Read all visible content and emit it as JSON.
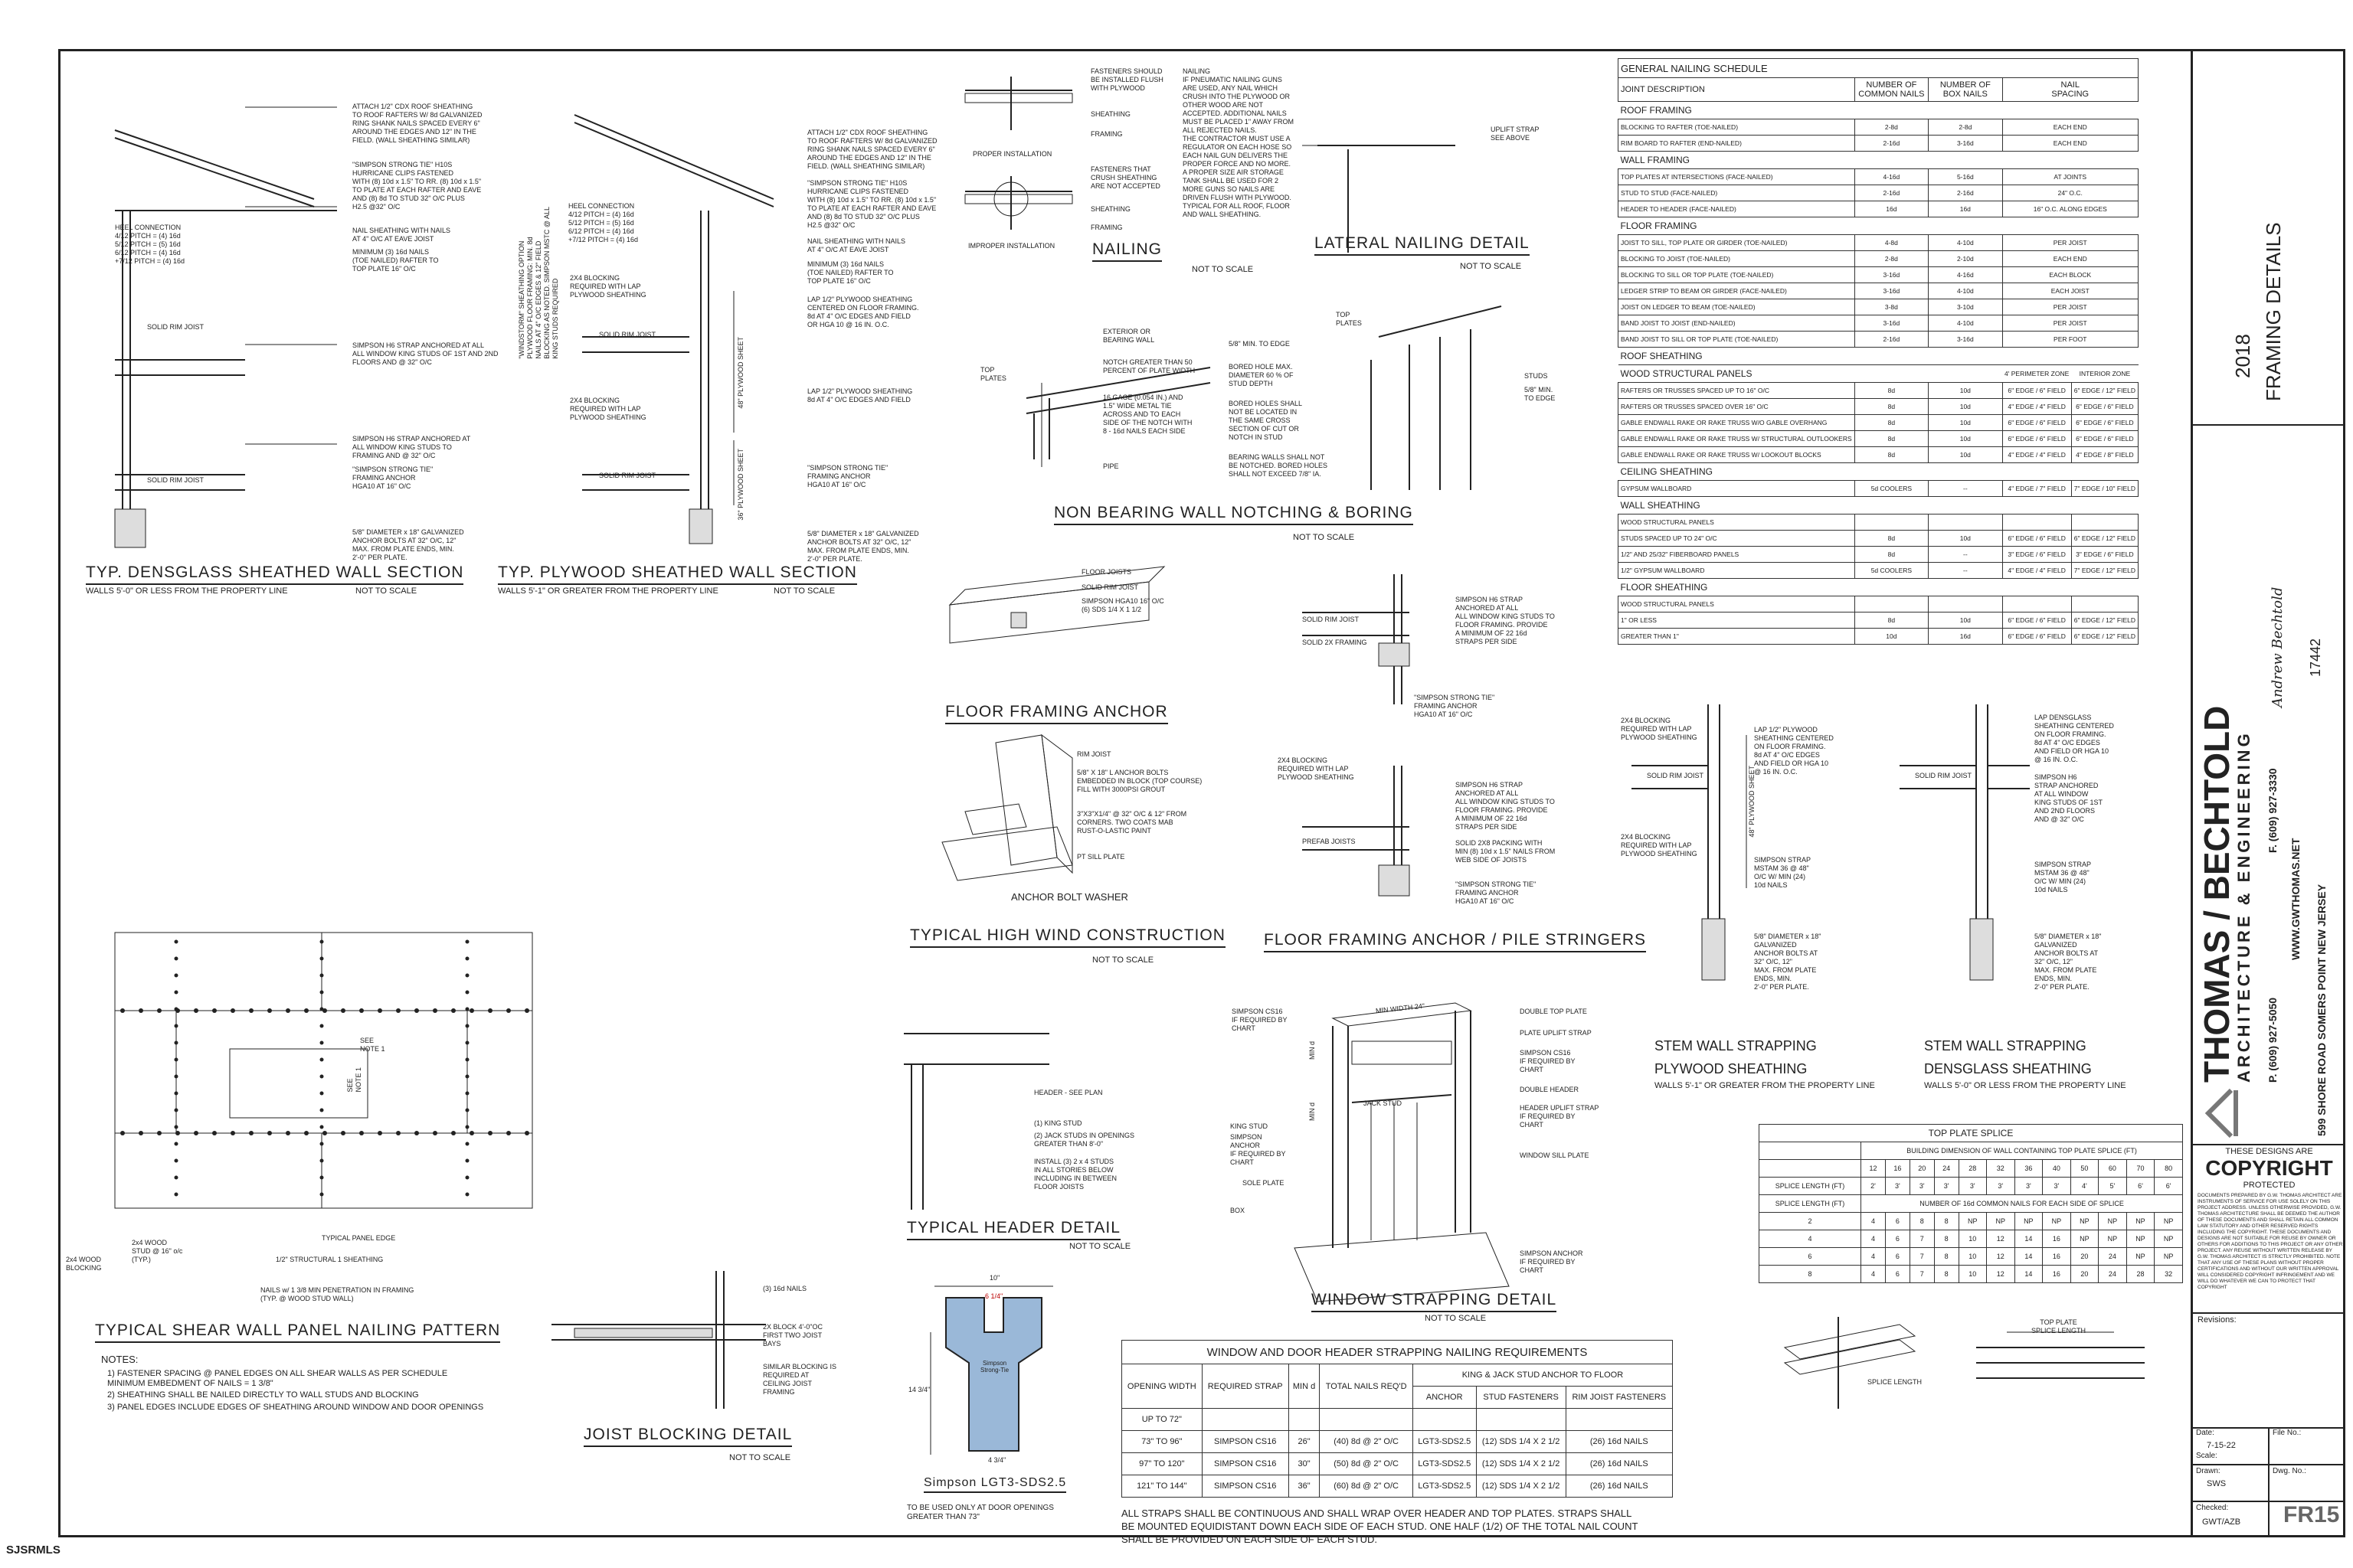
{
  "sheet": {
    "corner_label": "SJSRMLS"
  },
  "title_block": {
    "sheet_year": "2018",
    "sheet_title": "FRAMING DETAILS",
    "firm_name": "THOMAS / BECHTOLD",
    "firm_sub": "ARCHITECTURE & ENGINEERING",
    "phone": "P. (609) 927-5050",
    "fax": "F. (609) 927-3330",
    "web": "WWW.GWTHOMAS.NET",
    "address": "599 SHORE ROAD  SOMERS POINT  NEW JERSEY",
    "architect_name": "Andrew Bechtold",
    "architect_license": "17442",
    "copyright_head": "THESE DESIGNS ARE",
    "copyright_big": "COPYRIGHT",
    "copyright_sub": "PROTECTED",
    "copyright_text": "DOCUMENTS PREPARED BY G.W. THOMAS ARCHITECT ARE INSTRUMENTS OF SERVICE FOR USE SOLELY ON THIS PROJECT ADDRESS. UNLESS OTHERWISE PROVIDED, G.W. THOMAS ARCHITECTURE SHALL BE DEEMED THE AUTHOR OF THESE DOCUMENTS AND SHALL RETAIN ALL COMMON LAW STATUTORY AND OTHER RESERVED RIGHTS INCLUDING THE COPYRIGHT. THESE DOCUMENTS AND DESIGNS ARE NOT SUITABLE FOR REUSE BY OWNER OR OTHERS FOR ADDITIONS TO THIS PROJECT OR ANY OTHER PROJECT. ANY REUSE WITHOUT WRITTEN RELEASE BY G.W. THOMAS ARCHITECT IS STRICTLY PROHIBITED. NOTE THAT ANY USE OF THESE PLANS WITHOUT PROPER CERTIFICATIONS AND WITHOUT OUR WRITTEN APPROVAL WILL CONSIDERED COPYRIGHT INFRINGEMENT AND WE WILL DO WHATEVER WE CAN TO PROTECT THAT COPYRIGHT",
    "revisions_label": "Revisions:",
    "date_label": "Date:",
    "date_value": "7-15-22",
    "file_label": "File No.:",
    "scale_label": "Scale:",
    "drawn_label": "Drawn:",
    "drawn_value": "SWS",
    "dwg_label": "Dwg. No.:",
    "checked_label": "Checked:",
    "checked_value": "GWT/AZB",
    "sheet_number": "FR15"
  },
  "details": {
    "densglass_title": "TYP. DENSGLASS SHEATHED WALL SECTION",
    "densglass_sub": "WALLS 5'-0\" OR LESS FROM THE PROPERTY LINE",
    "densglass_scale": "NOT TO SCALE",
    "plywood_title": "TYP. PLYWOOD SHEATHED WALL SECTION",
    "plywood_sub": "WALLS 5'-1\" OR GREATER FROM THE PROPERTY LINE",
    "plywood_scale": "NOT TO SCALE",
    "nailing_title": "NAILING",
    "nailing_scale": "NOT TO SCALE",
    "lateral_title": "LATERAL NAILING DETAIL",
    "lateral_scale": "NOT TO SCALE",
    "nonbearing_title": "NON BEARING WALL NOTCHING & BORING",
    "nonbearing_scale": "NOT TO SCALE",
    "floor_anchor_title": "FLOOR FRAMING ANCHOR",
    "anchor_washer_title": "ANCHOR BOLT WASHER",
    "high_wind_title": "TYPICAL HIGH WIND CONSTRUCTION",
    "high_wind_scale": "NOT TO SCALE",
    "pile_title": "FLOOR FRAMING ANCHOR / PILE STRINGERS",
    "header_title": "TYPICAL HEADER DETAIL",
    "header_scale": "NOT TO SCALE",
    "window_title": "WINDOW STRAPPING DETAIL",
    "window_scale": "NOT TO SCALE",
    "joist_title": "JOIST BLOCKING DETAIL",
    "joist_scale": "NOT TO SCALE",
    "lgt_title": "Simpson LGT3-SDS2.5",
    "lgt_note": "TO BE USED ONLY AT DOOR OPENINGS\nGREATER THAN 73\"",
    "shear_title": "TYPICAL SHEAR WALL PANEL NAILING PATTERN",
    "shear_notes_head": "NOTES:",
    "shear_notes": [
      "1)  FASTENER SPACING @ PANEL EDGES ON ALL SHEAR WALLS AS PER SCHEDULE\n      MINIMUM EMBEDMENT OF NAILS = 1 3/8\"",
      "2)  SHEATHING SHALL BE NAILED DIRECTLY TO WALL STUDS AND BLOCKING",
      "3)  PANEL EDGES INCLUDE EDGES OF SHEATHING AROUND WINDOW AND DOOR OPENINGS"
    ],
    "stem_ply_title": "STEM WALL STRAPPING",
    "stem_ply_sub1": "PLYWOOD SHEATHING",
    "stem_ply_sub2": "WALLS 5'-1\" OR GREATER FROM THE PROPERTY LINE",
    "stem_dens_title": "STEM WALL STRAPPING",
    "stem_dens_sub1": "DENSGLASS SHEATHING",
    "stem_dens_sub2": "WALLS 5'-0\" OR LESS FROM THE PROPERTY LINE"
  },
  "notes": {
    "nailing_text": "NAILING\nIF PNEUMATIC NAILING GUNS\nARE USED, ANY NAIL WHICH\nCRUSH INTO THE PLYWOOD OR\nOTHER WOOD ARE NOT\nACCEPTED. ADDITIONAL NAILS\nMUST BE PLACED 1\" AWAY FROM\nALL REJECTED NAILS.\nTHE CONTRACTOR MUST USE A\nREGULATOR ON EACH HOSE SO\nEACH NAIL GUN DELIVERS THE\nPROPER FORCE AND NO MORE.\nA PROPER SIZE AIR STORAGE\nTANK SHALL BE USED FOR 2\nMORE GUNS SO NAILS ARE\nDRIVEN FLUSH WITH PLYWOOD.\nTYPICAL FOR ALL ROOF, FLOOR\nAND WALL SHEATHING.",
    "fasteners_flush": "FASTENERS SHOULD\nBE INSTALLED FLUSH\nWITH PLYWOOD",
    "fasteners_crush": "FASTENERS THAT\nCRUSH SHEATHING\nARE NOT ACCEPTED",
    "proper": "PROPER INSTALLATION",
    "improper": "IMPROPER INSTALLATION",
    "sheathing": "SHEATHING",
    "framing": "FRAMING",
    "uplift": "UPLIFT STRAP\nSEE ABOVE",
    "densglass_1": "ATTACH 1/2\" CDX ROOF SHEATHING\nTO ROOF RAFTERS W/ 8d GALVANIZED\nRING SHANK NAILS SPACED EVERY 6\"\nAROUND THE EDGES AND 12\" IN THE\nFIELD. (WALL SHEATHING SIMILAR)",
    "densglass_2": "\"SIMPSON STRONG TIE\" H10S\nHURRICANE CLIPS FASTENED\nWITH (8) 10d x 1.5\" TO RR. (8) 10d x 1.5\"\nTO PLATE AT EACH RAFTER AND EAVE\nAND (8) 8d TO STUD 32\" O/C PLUS\nH2.5 @32\" O/C",
    "densglass_3": "NAIL SHEATHING WITH NAILS\nAT 4\" O/C AT EAVE JOIST",
    "densglass_4": "MINIMUM (3) 16d NAILS\n(TOE NAILED) RAFTER TO\nTOP PLATE 16\" O/C",
    "densglass_5": "SIMPSON H6 STRAP ANCHORED AT ALL\nALL WINDOW KING STUDS OF 1ST AND 2ND\nFLOORS AND @ 32\" O/C",
    "densglass_6": "SIMPSON H6 STRAP ANCHORED AT\nALL WINDOW KING STUDS TO\nFRAMING AND @ 32\" O/C",
    "densglass_7": "\"SIMPSON STRONG TIE\"\nFRAMING ANCHOR\nHGA10 AT 16\" O/C",
    "densglass_8": "5/8\" DIAMETER x 18\" GALVANIZED\nANCHOR BOLTS AT 32\" O/C, 12\"\nMAX. FROM PLATE ENDS, MIN.\n2'-0\" PER PLATE.",
    "heel": "HEEL CONNECTION\n4/12 PITCH = (4) 16d\n5/12 PITCH = (5) 16d\n6/12 PITCH = (4) 16d\n+7/12 PITCH = (4) 16d",
    "solid_rim": "SOLID RIM JOIST",
    "plywood_2": "LAP 1/2\" PLYWOOD SHEATHING\nCENTERED ON FLOOR FRAMING.\n8d AT 4\" O/C EDGES AND FIELD\nOR HGA 10 @ 16 IN. O.C.",
    "plywood_3": "2X4 BLOCKING\nREQUIRED WITH LAP\nPLYWOOD SHEATHING",
    "plywood_4": "LAP 1/2\" PLYWOOD SHEATHING\n8d AT 4\" O/C EDGES AND FIELD",
    "ply_sheet_48": "48\" PLYWOOD SHEET",
    "ply_sheet_36": "36\" PLYWOOD SHEET",
    "windstorm": "\"WINDSTORM\" SHEATHING OPTION\nPLYWOOD FLOOR FRAMING: MIN. 8d\nNAILS AT 4\" O/C EDGES & 12\" FIELD\nBLOCKING AS NOTED. SIMPSON MSTC @ ALL\nKING STUDS REQUIRED",
    "nb_1": "EXTERIOR OR\nBEARING WALL",
    "nb_2": "NOTCH GREATER THAN 50\nPERCENT OF PLATE WIDTH",
    "nb_3": "16 GAGE (0.054 IN.) AND\n1.5\" WIDE METAL TIE\nACROSS AND TO EACH\nSIDE OF THE NOTCH WITH\n8 - 16d NAILS EACH SIDE",
    "nb_pipe": "PIPE",
    "nb_top": "TOP\nPLATES",
    "nb_4": "5/8\" MIN. TO EDGE",
    "nb_5": "BORED HOLE MAX.\nDIAMETER 60 % OF\nSTUD DEPTH",
    "nb_6": "BORED HOLES SHALL\nNOT BE LOCATED IN\nTHE SAME CROSS\nSECTION OF CUT OR\nNOTCH IN STUD",
    "nb_7": "BEARING WALLS SHALL NOT\nBE NOTCHED. BORED HOLES\nSHALL NOT EXCEED 7/8\" IA.",
    "nb_studs": "STUDS",
    "nb_min": "5/8\" MIN.\nTO EDGE",
    "ffa_1": "FLOOR JOISTS",
    "ffa_2": "SOLID RIM JOIST",
    "ffa_3": "SIMPSON HGA10 16\" O/C\n(6) SDS 1/4 X 1 1/2",
    "ffa_4": "SIMPSON H6 STRAP\nANCHORED AT ALL\nALL WINDOW KING STUDS TO\nFLOOR FRAMING. PROVIDE\nA MINIMUM OF 22 16d\nSTRAPS PER SIDE",
    "ffa_5": "\"SIMPSON STRONG TIE\"\nFRAMING ANCHOR\nHGA10 AT 16\" O/C",
    "ffa_solid2x": "SOLID 2X FRAMING",
    "hw_1": "RIM JOIST",
    "hw_2": "5/8\" X 18\" L ANCHOR BOLTS\nEMBEDDED IN BLOCK (TOP COURSE)\nFILL WITH 3000PSI GROUT",
    "hw_3": "3\"X3\"X1/4\" @ 32\" O/C & 12\" FROM\nCORNERS. TWO COATS MAB\nRUST-O-LASTIC PAINT",
    "hw_4": "PT SILL PLATE",
    "pile_1": "2X4 BLOCKING\nREQUIRED WITH LAP\nPLYWOOD SHEATHING",
    "pile_2": "SIMPSON H6 STRAP\nANCHORED AT ALL\nALL WINDOW KING STUDS TO\nFLOOR FRAMING. PROVIDE\nA MINIMUM OF 22 16d\nSTRAPS PER SIDE",
    "pile_3": "SOLID 2X8 PACKING WITH\nMIN (8) 10d x 1.5\" NAILS FROM\nWEB SIDE OF JOISTS",
    "pile_4": "\"SIMPSON STRONG TIE\"\nFRAMING ANCHOR\nHGA10 AT 16\" O/C",
    "pile_prefab": "PREFAB JOISTS",
    "hdr_1": "HEADER - SEE PLAN",
    "hdr_2": "(1) KING STUD",
    "hdr_3": "(2) JACK STUDS IN OPENINGS\nGREATER THAN 8'-0\"",
    "hdr_4": "INSTALL (3) 2 x 4 STUDS\nIN ALL STORIES BELOW\nINCLUDING IN BETWEEN\nFLOOR JOISTS",
    "ws_1": "SIMPSON CS16\nIF REQUIRED BY\nCHART",
    "ws_2": "DOUBLE TOP PLATE",
    "ws_3": "PLATE UPLIFT STRAP",
    "ws_4": "SIMPSON CS16\nIF REQUIRED BY\nCHART",
    "ws_5": "DOUBLE HEADER",
    "ws_6": "HEADER UPLIFT STRAP\nIF REQUIRED BY\nCHART",
    "ws_7": "JACK STUD",
    "ws_8": "KING STUD",
    "ws_9": "SIMPSON\nANCHOR\nIF REQUIRED BY\nCHART",
    "ws_10": "WINDOW SILL PLATE",
    "ws_11": "SOLE PLATE",
    "ws_12": "BOX",
    "ws_13": "SIMPSON ANCHOR\nIF REQUIRED BY\nCHART",
    "ws_minwidth": "MIN WIDTH 24\"",
    "ws_mind": "MIN d",
    "jb_1": "(3) 16d NAILS",
    "jb_2": "2X BLOCK 4'-0\"OC\nFIRST TWO JOIST\nBAYS",
    "jb_3": "SIMILAR BLOCKING IS\nREQUIRED AT\nCEILING JOIST\nFRAMING",
    "lgt_dim1": "10\"",
    "lgt_dim2": "6 1/4\"",
    "lgt_dim3": "14 3/4\"",
    "lgt_dim4": "4 3/4\"",
    "lgt_brand": "Simpson\nStrong-Tie",
    "shear_1": "SEE\nNOTE 1",
    "shear_2": "SEE\nNOTE 1",
    "shear_3": "TYPICAL PANEL EDGE",
    "shear_4": "1/2\" STRUCTURAL 1 SHEATHING",
    "shear_5": "2x4 WOOD\nSTUD @ 16\" o/c\n(TYP.)",
    "shear_6": "2x4 WOOD\nBLOCKING",
    "shear_7": "NAILS w/ 1 3/8 MIN PENETRATION IN FRAMING\n(TYP. @ WOOD STUD WALL)",
    "stem_1": "2X4 BLOCKING\nREQUIRED WITH LAP\nPLYWOOD SHEATHING",
    "stem_2": "LAP 1/2\" PLYWOOD\nSHEATHING CENTERED\nON FLOOR FRAMING.\n8d AT 4\" O/C EDGES\nAND FIELD OR HGA 10\n@ 16 IN. O.C.",
    "stem_3": "SOLID RIM JOIST",
    "stem_4": "2X4 BLOCKING\nREQUIRED WITH LAP\nPLYWOOD SHEATHING",
    "stem_5": "SIMPSON STRAP\nMSTAM 36 @ 48\"\nO/C W/ MIN (24)\n10d NAILS",
    "stem_6": "5/8\" DIAMETER x 18\"\nGALVANIZED\nANCHOR BOLTS AT\n32\" O/C, 12\"\nMAX. FROM PLATE\nENDS, MIN.\n2'-0\" PER PLATE.",
    "stem_ply48": "48\" PLYWOOD SHEET",
    "stem_d1": "LAP DENSGLASS\nSHEATHING CENTERED\nON FLOOR FRAMING.\n8d AT 4\" O/C EDGES\nAND FIELD OR HGA 10\n@ 16 IN. O.C.",
    "stem_d2": "SIMPSON H6\nSTRAP ANCHORED\nAT ALL WINDOW\nKING STUDS OF 1ST\nAND 2ND FLOORS\nAND @ 32\" O/C",
    "stem_d3": "SIMPSON STRAP\nMSTAM 36 @ 48\"\nO/C W/ MIN (24)\n10d NAILS",
    "stem_d4": "5/8\" DIAMETER x 18\"\nGALVANIZED\nANCHOR BOLTS AT\n32\" O/C, 12\"\nMAX. FROM PLATE\nENDS, MIN.\n2'-0\" PER PLATE.",
    "splice_len": "SPLICE LENGTH",
    "top_plate_splice": "TOP PLATE\nSPLICE LENGTH"
  },
  "nailing_schedule": {
    "title": "GENERAL NAILING SCHEDULE",
    "col_headers": [
      "JOINT DESCRIPTION",
      "NUMBER OF\nCOMMON NAILS",
      "NUMBER OF\nBOX NAILS",
      "NAIL\nSPACING"
    ],
    "sections": [
      {
        "name": "ROOF FRAMING",
        "rows": [
          [
            "BLOCKING TO RAFTER (TOE-NAILED)",
            "2-8d",
            "2-8d",
            "EACH END"
          ],
          [
            "RIM BOARD TO RAFTER (END-NAILED)",
            "2-16d",
            "3-16d",
            "EACH END"
          ]
        ]
      },
      {
        "name": "WALL FRAMING",
        "rows": [
          [
            "TOP PLATES AT INTERSECTIONS (FACE-NAILED)",
            "4-16d",
            "5-16d",
            "AT JOINTS"
          ],
          [
            "STUD TO STUD (FACE-NAILED)",
            "2-16d",
            "2-16d",
            "24\" O.C."
          ],
          [
            "HEADER TO HEADER (FACE-NAILED)",
            "16d",
            "16d",
            "16\" O.C. ALONG EDGES"
          ]
        ]
      },
      {
        "name": "FLOOR FRAMING",
        "rows": [
          [
            "JOIST TO SILL, TOP PLATE OR GIRDER (TOE-NAILED)",
            "4-8d",
            "4-10d",
            "PER JOIST"
          ],
          [
            "BLOCKING TO JOIST (TOE-NAILED)",
            "2-8d",
            "2-10d",
            "EACH END"
          ],
          [
            "BLOCKING TO SILL OR TOP PLATE (TOE-NAILED)",
            "3-16d",
            "4-16d",
            "EACH BLOCK"
          ],
          [
            "LEDGER STRIP TO BEAM OR GIRDER (FACE-NAILED)",
            "3-16d",
            "4-10d",
            "EACH JOIST"
          ],
          [
            "JOIST ON LEDGER TO BEAM (TOE-NAILED)",
            "3-8d",
            "3-10d",
            "PER JOIST"
          ],
          [
            "BAND JOIST TO JOIST (END-NAILED)",
            "3-16d",
            "4-10d",
            "PER JOIST"
          ],
          [
            "BAND JOIST TO SILL OR TOP PLATE (TOE-NAILED)",
            "2-16d",
            "3-16d",
            "PER FOOT"
          ]
        ]
      },
      {
        "name": "ROOF SHEATHING",
        "rows": []
      },
      {
        "name": "WOOD STRUCTURAL PANELS",
        "extra": [
          "4' PERIMETER ZONE",
          "INTERIOR ZONE"
        ],
        "rows": [
          [
            "RAFTERS OR TRUSSES SPACED UP TO 16\" O/C",
            "8d",
            "10d",
            "6\" EDGE / 6\" FIELD",
            "6\" EDGE / 12\" FIELD"
          ],
          [
            "RAFTERS OR TRUSSES SPACED OVER 16\" O/C",
            "8d",
            "10d",
            "4\" EDGE / 4\" FIELD",
            "6\" EDGE / 6\" FIELD"
          ],
          [
            "GABLE ENDWALL RAKE OR RAKE TRUSS W/O GABLE OVERHANG",
            "8d",
            "10d",
            "6\" EDGE / 6\" FIELD",
            "6\" EDGE / 6\" FIELD"
          ],
          [
            "GABLE ENDWALL RAKE OR RAKE TRUSS W/ STRUCTURAL OUTLOOKERS",
            "8d",
            "10d",
            "6\" EDGE / 6\" FIELD",
            "6\" EDGE / 6\" FIELD"
          ],
          [
            "GABLE ENDWALL RAKE OR RAKE TRUSS W/ LOOKOUT BLOCKS",
            "8d",
            "10d",
            "4\" EDGE / 4\" FIELD",
            "4\" EDGE / 8\" FIELD"
          ]
        ]
      },
      {
        "name": "CEILING SHEATHING",
        "rows": [
          [
            "GYPSUM WALLBOARD",
            "5d COOLERS",
            "--",
            "4\" EDGE / 7\" FIELD",
            "7\" EDGE / 10\" FIELD"
          ]
        ]
      },
      {
        "name": "WALL SHEATHING",
        "rows": [
          [
            "WOOD STRUCTURAL PANELS",
            "",
            "",
            "",
            ""
          ],
          [
            "STUDS SPACED UP TO 24\" O/C",
            "8d",
            "10d",
            "6\" EDGE / 6\" FIELD",
            "6\" EDGE / 12\" FIELD"
          ],
          [
            "1/2\" AND 25/32\" FIBERBOARD PANELS",
            "8d",
            "--",
            "3\" EDGE / 6\" FIELD",
            "3\" EDGE / 6\" FIELD"
          ],
          [
            "1/2\" GYPSUM WALLBOARD",
            "5d COOLERS",
            "--",
            "4\" EDGE / 4\" FIELD",
            "7\" EDGE / 12\" FIELD"
          ]
        ]
      },
      {
        "name": "FLOOR SHEATHING",
        "rows": [
          [
            "WOOD STRUCTURAL PANELS",
            "",
            "",
            "",
            ""
          ],
          [
            "1\" OR LESS",
            "8d",
            "10d",
            "6\" EDGE / 6\" FIELD",
            "6\" EDGE / 12\" FIELD"
          ],
          [
            "GREATER THAN 1\"",
            "10d",
            "16d",
            "6\" EDGE / 6\" FIELD",
            "6\" EDGE / 12\" FIELD"
          ]
        ]
      }
    ]
  },
  "header_strapping": {
    "title": "WINDOW AND DOOR HEADER STRAPPING NAILING REQUIREMENTS",
    "group_header": "KING & JACK STUD ANCHOR TO FLOOR",
    "col_headers": [
      "OPENING WIDTH",
      "REQUIRED STRAP",
      "MIN d",
      "TOTAL NAILS REQ'D",
      "ANCHOR",
      "STUD FASTENERS",
      "RIM JOIST FASTENERS"
    ],
    "rows": [
      [
        "UP TO 72\"",
        "",
        "",
        "",
        "",
        "",
        ""
      ],
      [
        "73\" TO 96\"",
        "SIMPSON CS16",
        "26\"",
        "(40) 8d @ 2\" O/C",
        "LGT3-SDS2.5",
        "(12) SDS 1/4 X 2 1/2",
        "(26) 16d NAILS"
      ],
      [
        "97\" TO 120\"",
        "SIMPSON CS16",
        "30\"",
        "(50) 8d @ 2\" O/C",
        "LGT3-SDS2.5",
        "(12) SDS 1/4 X 2 1/2",
        "(26) 16d NAILS"
      ],
      [
        "121\" TO 144\"",
        "SIMPSON CS16",
        "36\"",
        "(60) 8d @ 2\" O/C",
        "LGT3-SDS2.5",
        "(12) SDS 1/4 X 2 1/2",
        "(26) 16d NAILS"
      ]
    ],
    "footnote": "ALL STRAPS SHALL BE CONTINUOUS AND SHALL WRAP OVER HEADER AND TOP PLATES. STRAPS SHALL\nBE MOUNTED EQUIDISTANT DOWN EACH SIDE OF EACH STUD. ONE HALF (1/2) OF THE TOTAL NAIL COUNT\nSHALL BE PROVIDED ON EACH SIDE OF EACH STUD."
  },
  "top_plate_splice": {
    "title": "TOP PLATE SPLICE",
    "building_header": "BUILDING DIMENSION OF WALL CONTAINING TOP PLATE SPLICE (FT)",
    "dims": [
      "12",
      "16",
      "20",
      "24",
      "28",
      "32",
      "36",
      "40",
      "50",
      "60",
      "70",
      "80"
    ],
    "splice_label": "SPLICE LENGTH (FT)",
    "splice_values": [
      "2'",
      "3'",
      "3'",
      "3'",
      "3'",
      "3'",
      "3'",
      "3'",
      "4'",
      "5'",
      "6'",
      "6'"
    ],
    "spacing_label": "SPLICE LENGTH (FT)",
    "nail_header": "NUMBER OF 16d COMMON NAILS FOR EACH SIDE OF SPLICE",
    "rows": [
      [
        "2",
        "4",
        "6",
        "8",
        "8",
        "NP",
        "NP",
        "NP",
        "NP",
        "NP",
        "NP",
        "NP",
        "NP"
      ],
      [
        "4",
        "4",
        "6",
        "7",
        "8",
        "10",
        "12",
        "14",
        "16",
        "NP",
        "NP",
        "NP",
        "NP"
      ],
      [
        "6",
        "4",
        "6",
        "7",
        "8",
        "10",
        "12",
        "14",
        "16",
        "20",
        "24",
        "NP",
        "NP"
      ],
      [
        "8",
        "4",
        "6",
        "7",
        "8",
        "10",
        "12",
        "14",
        "16",
        "20",
        "24",
        "28",
        "32"
      ]
    ]
  }
}
